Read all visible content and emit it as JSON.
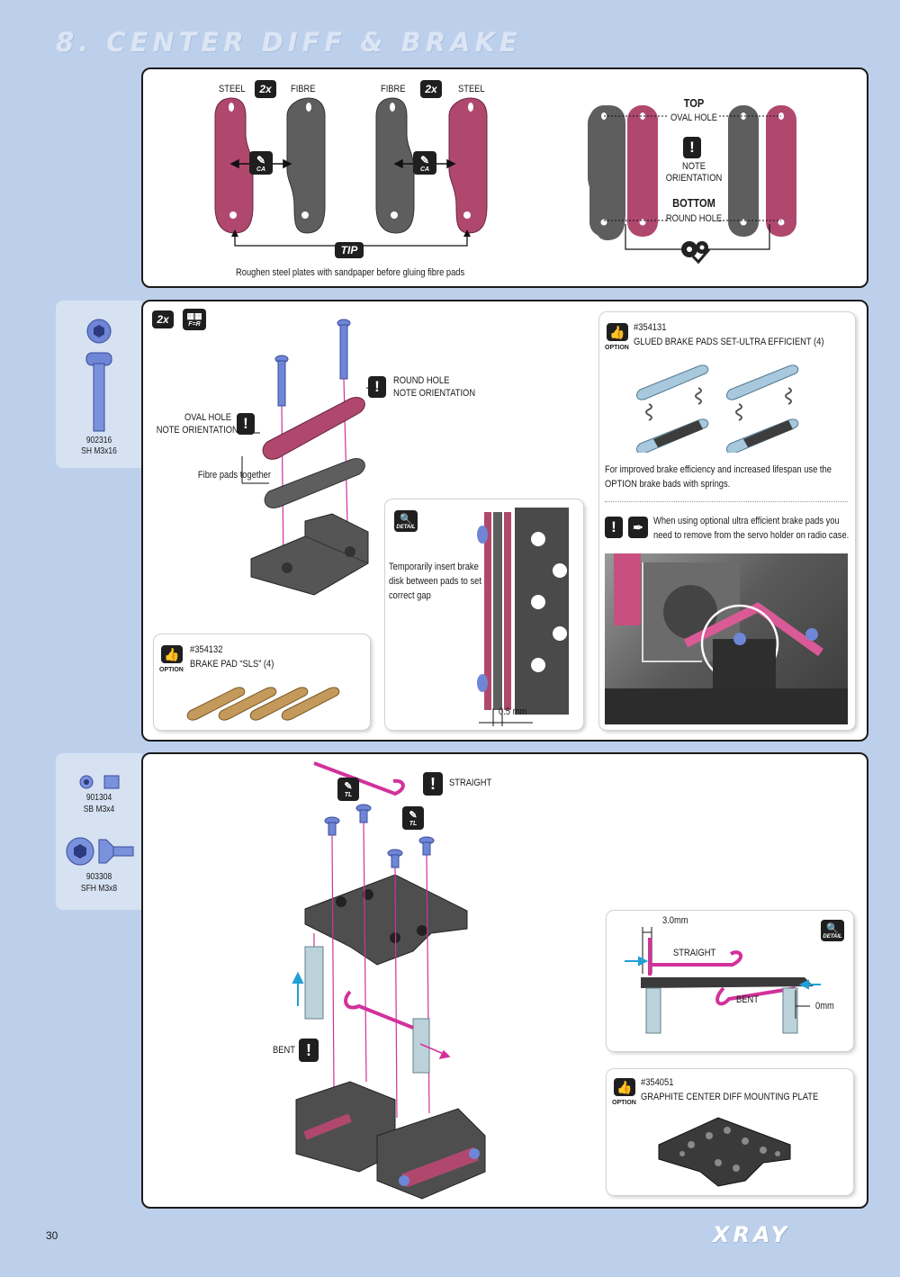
{
  "section": {
    "title": "8. CENTER DIFF & BRAKE"
  },
  "page": {
    "number": "30",
    "brand": "XRAY"
  },
  "step1": {
    "steel": "STEEL",
    "fibre": "FIBRE",
    "qty": "2x",
    "glue": "CA",
    "tip_label": "TIP",
    "tip_text": "Roughen steel plates with sandpaper before gluing fibre pads",
    "top_word": "TOP",
    "oval_hole": "OVAL HOLE",
    "note": "NOTE",
    "orientation": "ORIENTATION",
    "bottom_word": "BOTTOM",
    "round_hole": "ROUND HOLE"
  },
  "step2": {
    "part": {
      "code": "902316",
      "desc": "SH M3x16"
    },
    "qty": "2x",
    "fr": "F=R",
    "round_hole": "ROUND HOLE",
    "note_orientation": "NOTE ORIENTATION",
    "oval_hole": "OVAL HOLE",
    "fibre_together": "Fibre pads together",
    "detail_label": "DETAIL",
    "detail_text_1": "Temporarily insert brake",
    "detail_text_2": "disk between pads to set",
    "detail_text_3": "correct gap",
    "gap": "0.5 mm",
    "opt1": {
      "code": "#354132",
      "name": "BRAKE PAD “SLS” (4)",
      "option": "OPTION"
    },
    "opt2": {
      "code": "#354131",
      "name": "GLUED BRAKE PADS SET-ULTRA EFFICIENT (4)",
      "option": "OPTION",
      "text_1": "For improved brake efficiency and increased lifespan use the",
      "text_2": "OPTION brake bads with springs.",
      "warn_1": "When using optional ultra efficient brake pads you",
      "warn_2": "need to remove from the servo holder on radio case."
    }
  },
  "step3": {
    "part1": {
      "code": "901304",
      "desc": "SB M3x4"
    },
    "part2": {
      "code": "903308",
      "desc": "SFH M3x8"
    },
    "straight": "STRAIGHT",
    "bent": "BENT",
    "tl": "TL",
    "detail": {
      "label": "DETAIL",
      "dim": "3.0mm",
      "straight": "STRAIGHT",
      "bent": "BENT",
      "zero": "0mm"
    },
    "opt": {
      "code": "#354051",
      "name": "GRAPHITE CENTER DIFF MOUNTING PLATE",
      "option": "OPTION"
    }
  },
  "colors": {
    "background": "#bdd0eb",
    "steel": "#b0486e",
    "fibre": "#5e5e5e",
    "wire": "#d2319a",
    "screw": "#6f86d6"
  }
}
